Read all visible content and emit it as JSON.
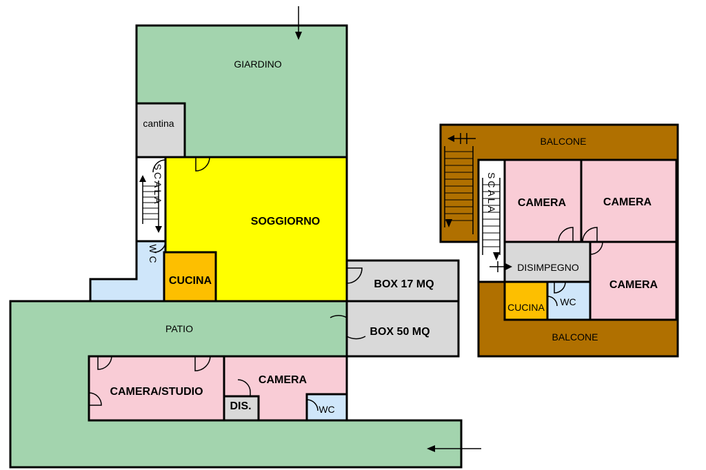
{
  "colors": {
    "garden": "#a3d4ae",
    "living": "#ffff00",
    "kitchen": "#fdbf00",
    "bath": "#cfe6fa",
    "bedroom": "#f9ccd6",
    "service": "#d9d9d9",
    "balcony": "#b07000",
    "stairs": "#ffffff"
  },
  "ground_floor": {
    "giardino": "GIARDINO",
    "cantina": "cantina",
    "scala": "SCALA",
    "soggiorno": "SOGGIORNO",
    "wc_corridor": "WC",
    "cucina": "CUCINA",
    "box_17": "BOX 17 MQ",
    "box_50": "BOX 50 MQ",
    "patio": "PATIO",
    "camera_studio": "CAMERA/STUDIO",
    "camera": "CAMERA",
    "dis": "DIS.",
    "wc": "WC"
  },
  "upper_floor": {
    "balcone_top": "BALCONE",
    "balcone_bottom": "BALCONE",
    "scala": "SCALA",
    "camera_1": "CAMERA",
    "camera_2": "CAMERA",
    "camera_3": "CAMERA",
    "disimpegno": "DISIMPEGNO",
    "cucina": "CUCINA",
    "wc": "WC"
  }
}
